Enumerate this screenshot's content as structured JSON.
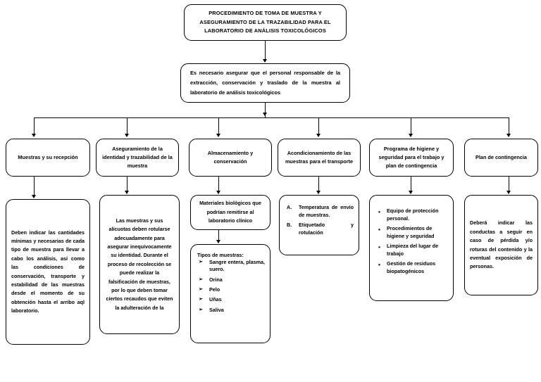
{
  "diagram": {
    "title_box": {
      "text": "PROCEDIMIENTO DE TOMA DE MUESTRA Y ASEGURAMIENTO DE LA TRAZABILIDAD PARA EL LABORATORIO DE ANÁLISIS TOXICOLÓGICOS"
    },
    "intro_box": {
      "text": "Es necesario asegurar que el personal responsable de la extracción, conservación y traslado de la muestra al laboratorio de análisis toxicológicos"
    },
    "columns": [
      {
        "header": "Muestras y su recepción",
        "detail": "Deben indicar las cantidades mínimas y necesarias de cada tipo de muestra para llevar a cabo los análisis, así como las condiciones de conservación, transporte y estabilidad de las muestras desde el momento de su obtención hasta el arribo aql laboratorio."
      },
      {
        "header": "Aseguramiento de la identidad y trazabilidad de la muestra",
        "detail": "Las muestras y sus alícuotas deben rotularse adecuadamente para asegurar inequívocamente su identidad. Durante el proceso de recolección se puede realizar la falsificación de muestras, por lo que deben tomar ciertos recaudos que eviten la adulteración de la"
      },
      {
        "header": "Almacenamiento y conservación",
        "detail": "Materiales biológicos que podrían remitirse al laboratorio clínico",
        "list_title": "Tipos de muestras:",
        "list_items": [
          "Sangre entera, plasma, suero.",
          "Orina",
          "Pelo",
          "Uñas",
          "Saliva"
        ]
      },
      {
        "header": "Acondicionamiento de las muestras para el transporte",
        "list_items": [
          "Temperatura de envío de muestras.",
          "Etiquetado y rotulación"
        ]
      },
      {
        "header": "Programa de higiene y seguridad para el trabajo y plan de contingencia",
        "list_items": [
          "Equipo de protección personal.",
          "Procedimientos de higiene y seguridad",
          "Limpieza del lugar de trabajo",
          "Gestión de residuos biopatogénicos"
        ]
      },
      {
        "header": "Plan de contingencia",
        "detail": "Deberá indicar las conductas a seguir en caso de pérdida y/o roturas del contenido y la eventual exposición de personas."
      }
    ]
  }
}
